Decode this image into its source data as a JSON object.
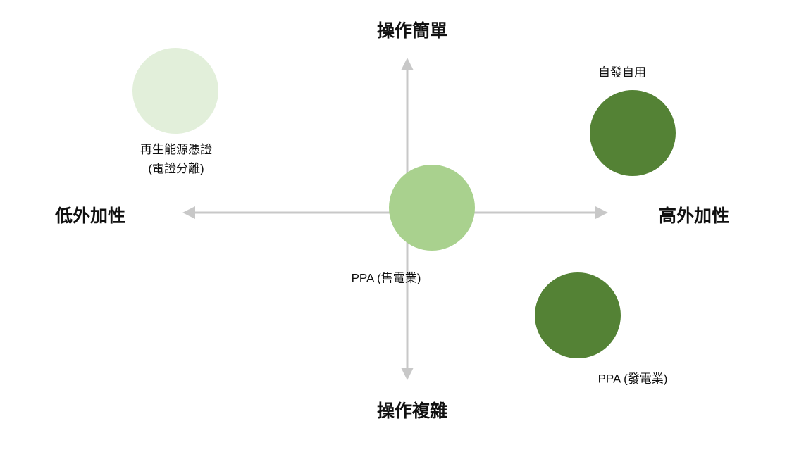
{
  "axes": {
    "top": "操作簡單",
    "bottom": "操作複雜",
    "left": "低外加性",
    "right": "高外加性"
  },
  "items": [
    {
      "label": "再生能源憑證",
      "sublabel": "(電證分離)",
      "color": "#e2efda"
    },
    {
      "label": "PPA (售電業)",
      "color": "#a9d18e"
    },
    {
      "label": "自發自用",
      "color": "#548235"
    },
    {
      "label": "PPA (發電業)",
      "color": "#548235"
    }
  ],
  "colors": {
    "axis": "#c8c8c8"
  }
}
